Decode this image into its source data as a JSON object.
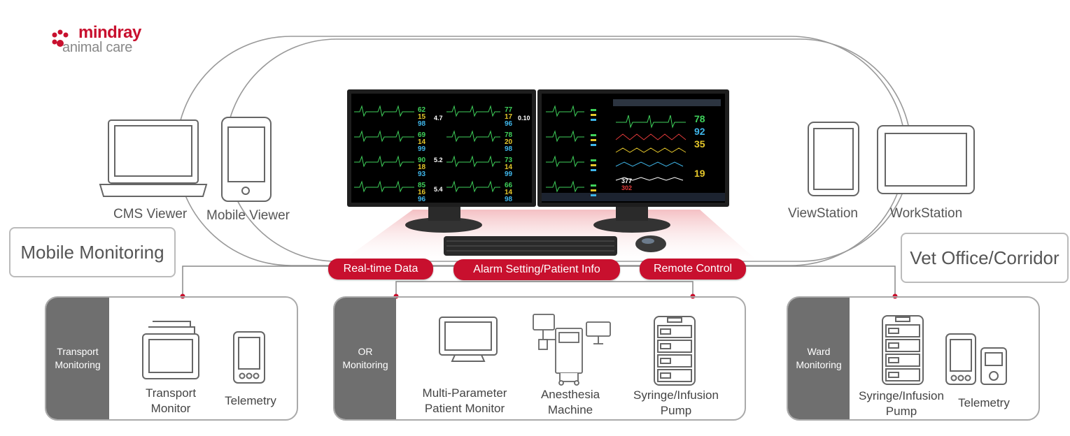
{
  "logo": {
    "brand": "mindray",
    "sub": "animal care"
  },
  "viewers": {
    "cms_viewer": "CMS Viewer",
    "mobile_viewer": "Mobile Viewer",
    "viewstation": "ViewStation",
    "workstation": "WorkStation"
  },
  "locations": {
    "mobile_monitoring": "Mobile Monitoring",
    "vet_office": "Vet Office/Corridor"
  },
  "links": {
    "realtime": "Real-time Data",
    "alarm": "Alarm Setting/Patient Info",
    "remote": "Remote Control"
  },
  "groups": {
    "transport": {
      "title": "Transport Monitoring",
      "devices": [
        {
          "label": "Transport Monitor"
        },
        {
          "label": "Telemetry"
        }
      ]
    },
    "or": {
      "title": "OR Monitoring",
      "devices": [
        {
          "label": "Multi-Parameter Patient Monitor"
        },
        {
          "label": "Anesthesia Machine"
        },
        {
          "label": "Syringe/Infusion Pump"
        }
      ]
    },
    "ward": {
      "title": "Ward Monitoring",
      "devices": [
        {
          "label": "Syringe/Infusion Pump"
        },
        {
          "label": "Telemetry"
        }
      ]
    }
  },
  "monitor_left": {
    "values": [
      [
        "62",
        "15",
        "98"
      ],
      [
        "77",
        "17",
        "96"
      ],
      [
        "69",
        "14",
        "99"
      ],
      [
        "78",
        "20",
        "98"
      ],
      [
        "90",
        "18",
        "93"
      ],
      [
        "73",
        "14",
        "99"
      ],
      [
        "85",
        "16",
        "96"
      ],
      [
        "66",
        "14",
        "98"
      ]
    ],
    "extras": [
      "4.7",
      "0.10",
      "5.2",
      "5.4"
    ]
  },
  "monitor_right": {
    "big_values": [
      "78",
      "92",
      "35",
      "19"
    ],
    "small_values": [
      "377",
      "302"
    ]
  },
  "colors": {
    "brand_red": "#c8102e",
    "panel_gray": "#6f6f6f",
    "outline": "#aaaaaa"
  }
}
